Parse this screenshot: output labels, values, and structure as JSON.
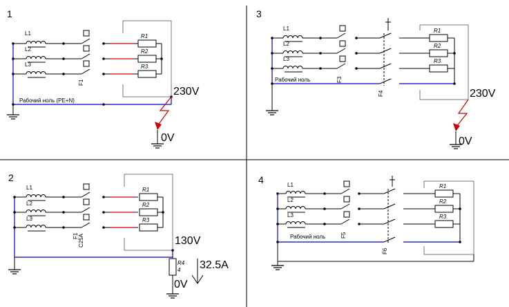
{
  "panels": [
    {
      "number": "1",
      "phases": [
        "L1",
        "L2",
        "L3"
      ],
      "resistors": [
        "R1",
        "R2",
        "R3"
      ],
      "breaker": "F1",
      "neutral_label": "Рабочий ноль (PE+N)",
      "fault_voltage_high": "230V",
      "fault_voltage_low": "0V"
    },
    {
      "number": "2",
      "phases": [
        "L1",
        "L2",
        "L3"
      ],
      "resistors": [
        "R1",
        "R2",
        "R3"
      ],
      "breaker": "F1",
      "breaker_rating": "C25A",
      "voltage_high": "130V",
      "voltage_low": "0V",
      "load_resistor": "R4",
      "load_value": "4",
      "current": "32.5A"
    },
    {
      "number": "3",
      "phases": [
        "L1",
        "L2",
        "L3"
      ],
      "resistors": [
        "R1",
        "R2",
        "R3"
      ],
      "breaker": "F3",
      "breaker2": "F4",
      "neutral_label": "Рабочий ноль",
      "fault_voltage_high": "230V",
      "fault_voltage_low": "0V"
    },
    {
      "number": "4",
      "phases": [
        "L1",
        "L2",
        "L3"
      ],
      "resistors": [
        "R1",
        "R2",
        "R3"
      ],
      "breaker": "F5",
      "breaker2": "F6",
      "neutral_label": "Рабочий ноль"
    }
  ],
  "colors": {
    "wire": "#000000",
    "neutral": "#0000cc",
    "fault": "#cc0000"
  }
}
